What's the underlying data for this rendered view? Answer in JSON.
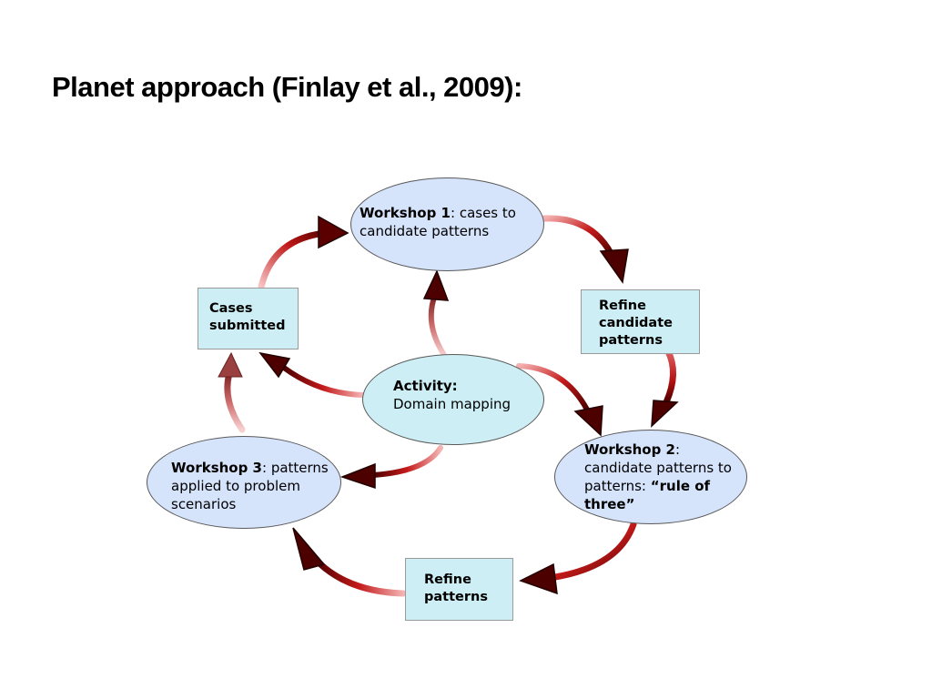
{
  "title": "Planet approach (Finlay et al., 2009):",
  "nodes": {
    "workshop1": {
      "bold": "Workshop 1",
      "rest": ": cases to candidate patterns"
    },
    "workshop2": {
      "bold": "Workshop 2",
      "rest_a": ": candidate patterns to patterns: ",
      "bold_b": "“rule of three”"
    },
    "workshop3": {
      "bold": "Workshop 3",
      "rest": ": patterns applied to problem scenarios"
    },
    "activity": {
      "bold": "Activity:",
      "rest": "Domain mapping"
    },
    "cases_submitted": "Cases submitted",
    "refine_candidate": "Refine candidate patterns",
    "refine_patterns": "Refine patterns"
  },
  "colors": {
    "ellipse_fill": "#d5e3fb",
    "activity_fill": "#cdeef4",
    "box_fill": "#cdeef4",
    "arrow_dark": "#8b0000",
    "arrow_light": "#f4b3b3"
  }
}
